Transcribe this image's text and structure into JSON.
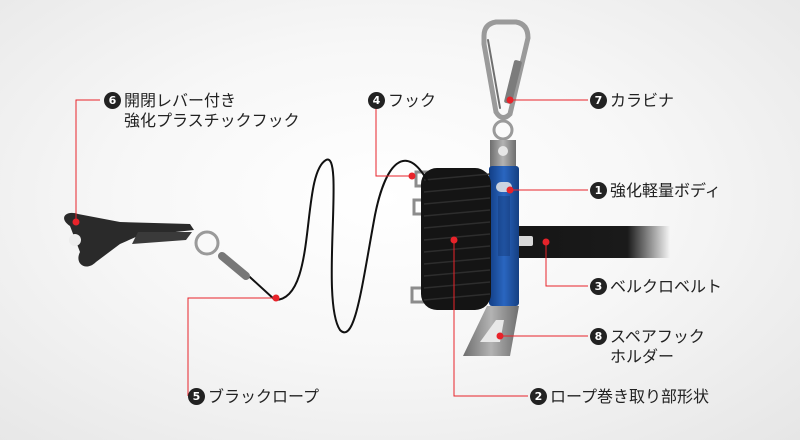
{
  "callouts": [
    {
      "num": "6",
      "line1": "開閉レバー付き",
      "line2": "強化プラスチックフック"
    },
    {
      "num": "4",
      "line1": "フック"
    },
    {
      "num": "7",
      "line1": "カラビナ"
    },
    {
      "num": "1",
      "line1": "強化軽量ボディ"
    },
    {
      "num": "3",
      "line1": "ベルクロベルト"
    },
    {
      "num": "8",
      "line1": "スペアフック",
      "line2": "ホルダー"
    },
    {
      "num": "5",
      "line1": "ブラックロープ"
    },
    {
      "num": "2",
      "line1": "ロープ巻き取り部形状"
    }
  ],
  "colors": {
    "leader": "#e8232a",
    "body": "#1f56a8",
    "rope": "#111111",
    "metal": "#8c8c8c"
  }
}
